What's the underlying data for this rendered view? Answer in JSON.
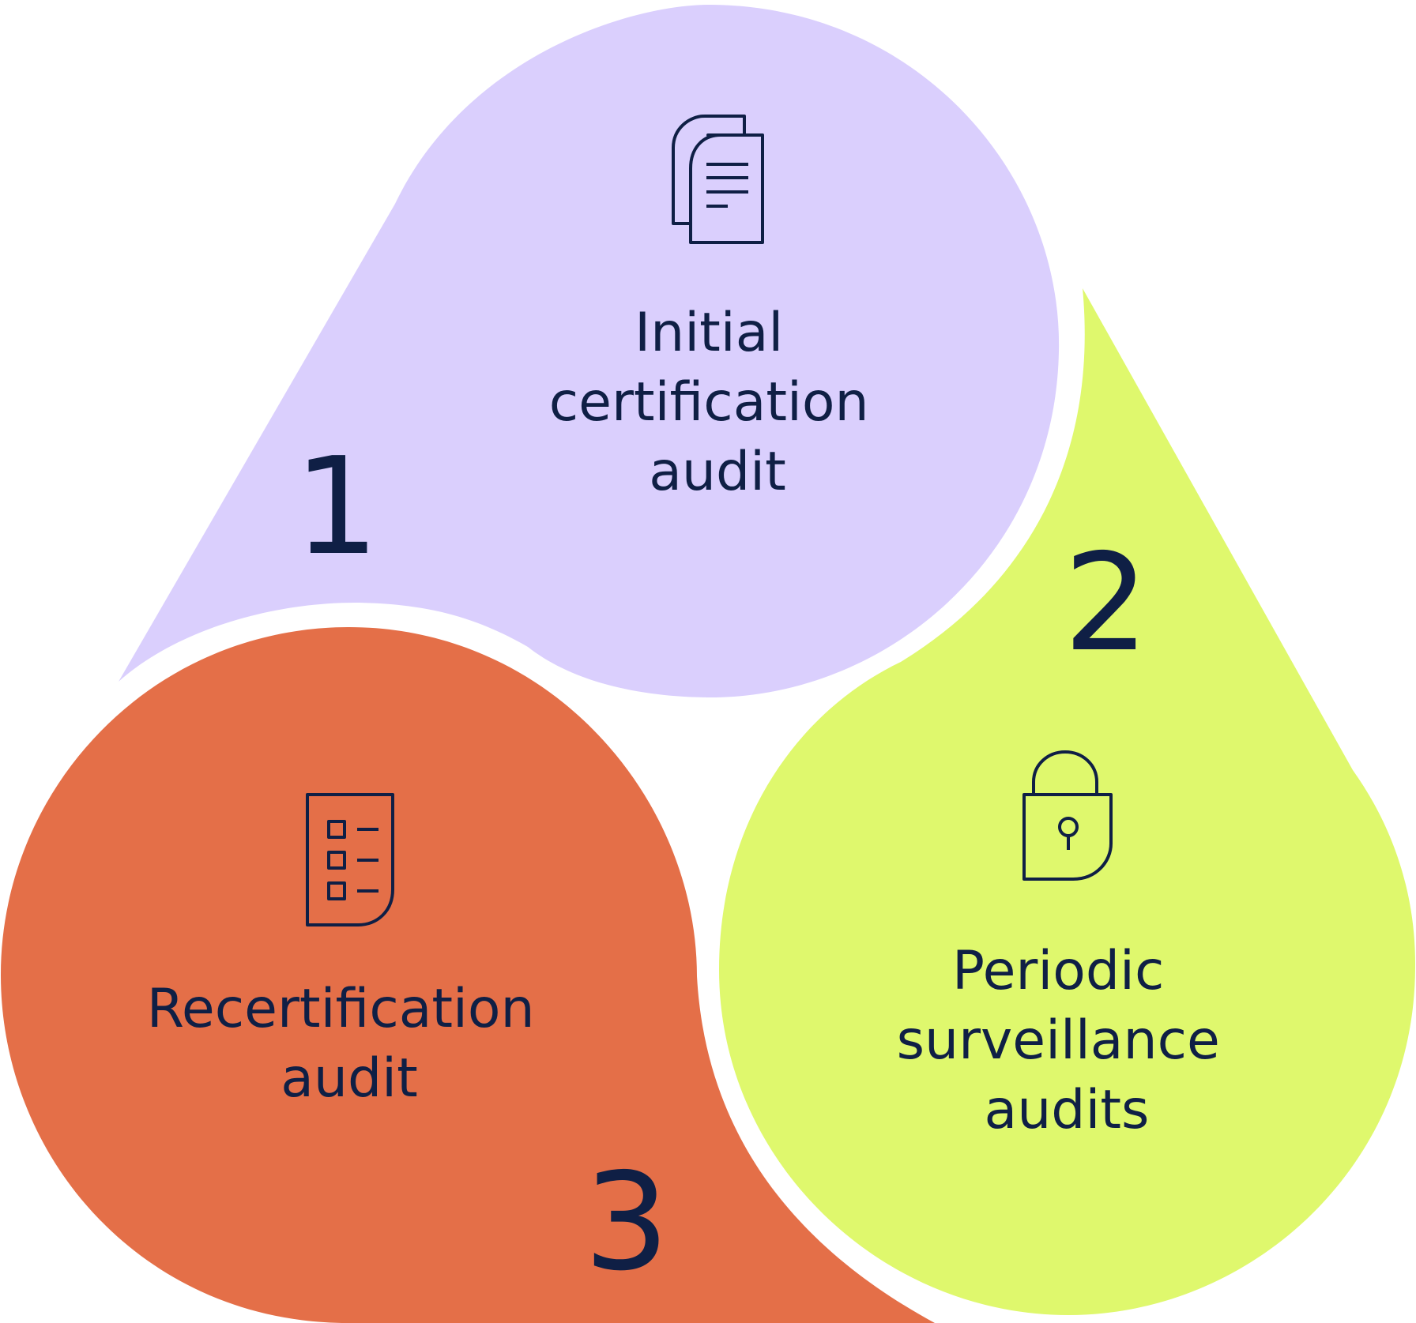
{
  "colors": {
    "lavender": "#dacffd",
    "lime": "#dff86d",
    "orange": "#e46f48",
    "ink": "#0f1f45",
    "background": "#ffffff"
  },
  "steps": [
    {
      "number": "1",
      "lines": [
        "Initial",
        "certification",
        "audit"
      ],
      "icon": "documents-icon"
    },
    {
      "number": "2",
      "lines": [
        "Periodic",
        "surveillance",
        "audits"
      ],
      "icon": "padlock-icon"
    },
    {
      "number": "3",
      "lines": [
        "Recertification",
        "audit"
      ],
      "icon": "checklist-icon"
    }
  ]
}
